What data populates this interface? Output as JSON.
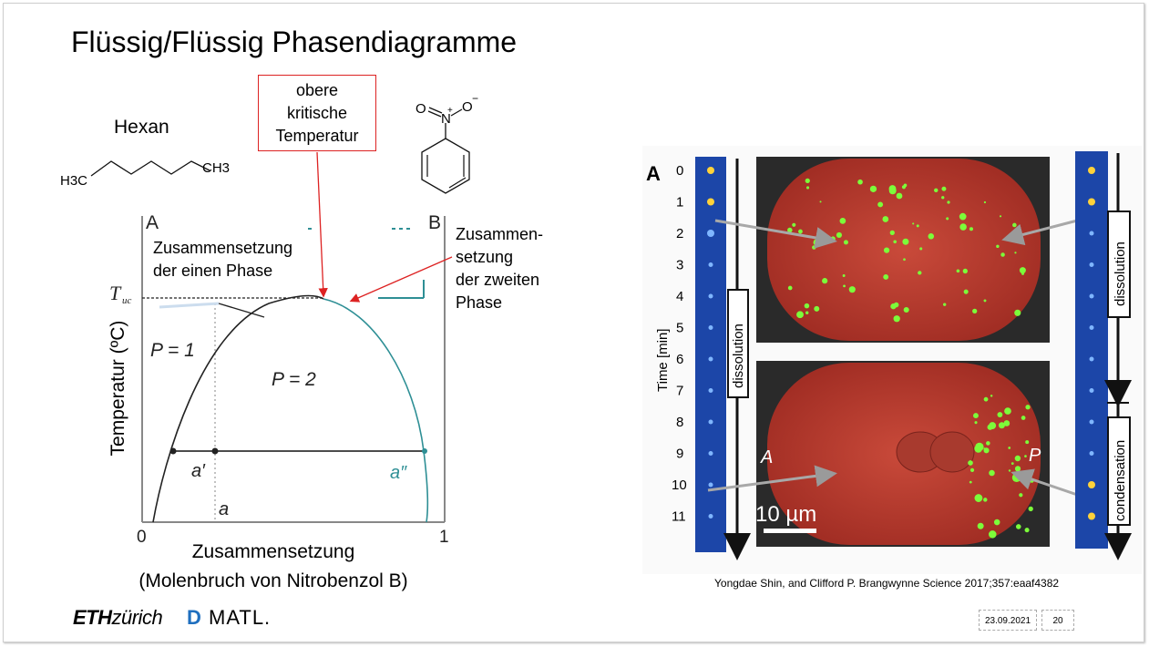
{
  "slide": {
    "title": "Flüssig/Flüssig Phasendiagramme",
    "hexane_label": "Hexan",
    "hexane_formula": {
      "left": "H3C",
      "right": "CH3"
    },
    "nitrobenzene": {
      "o1": "O",
      "n": "N",
      "o2": "O",
      "plus": "+",
      "minus": "−"
    },
    "critical_temp_label": "obere kritische Temperatur",
    "critical_temp_lines": [
      "obere",
      "kritische",
      "Temperatur"
    ],
    "composition_one_lines": [
      "Zusammensetzung",
      "der einen Phase"
    ],
    "composition_two_lines": [
      "Zusammen-",
      "setzung",
      "der zweiten",
      "Phase"
    ],
    "y_axis_label": "Temperatur (ºC)",
    "x_axis_label_1": "Zusammensetzung",
    "x_axis_label_2": "(Molenbruch von Nitrobenzol B)",
    "footer": {
      "logo_eth": "ETH",
      "logo_zurich": "zürich",
      "logo_d": "D",
      "logo_matl": "MATL.",
      "date": "23.09.2021",
      "page": "20"
    },
    "citation": "Yongdae Shin, and Clifford P. Brangwynne Science 2017;357:eaaf4382"
  },
  "phase_diagram": {
    "corner_a": "A",
    "corner_b": "B",
    "tuc": "T",
    "tuc_sub": "uc",
    "p1": "P = 1",
    "p2": "P = 2",
    "a_prime": "a′",
    "a_double": "a″",
    "a": "a",
    "x0": "0",
    "x1": "1"
  },
  "micrograph": {
    "panel_label": "A",
    "time_axis_label": "Time [min]",
    "time_ticks": [
      "0",
      "1",
      "2",
      "3",
      "4",
      "5",
      "6",
      "7",
      "8",
      "9",
      "10",
      "11"
    ],
    "left_arrow_label": "dissolution",
    "right_top_label": "dissolution",
    "right_bottom_label": "condensation",
    "scale_bar": "10 µm",
    "anterior": "A",
    "posterior": "P"
  },
  "colors": {
    "critical_box": "#dd2222",
    "curve": "#2e8f95",
    "logo_blue": "#1f6fbf",
    "micro_red": "#c8352a",
    "strip_blue": "#1c46a8"
  }
}
